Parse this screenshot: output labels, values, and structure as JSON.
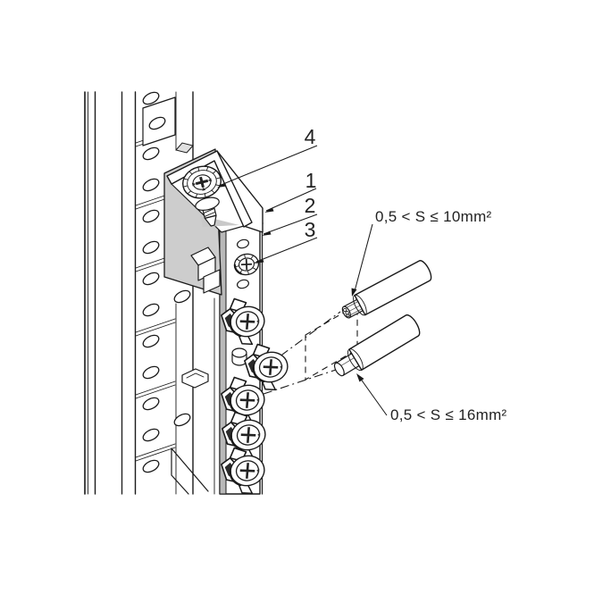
{
  "callouts": [
    {
      "label": "4"
    },
    {
      "label": "1"
    },
    {
      "label": "2"
    },
    {
      "label": "3"
    }
  ],
  "wire_labels": {
    "upper": "0,5 < S ≤ 10mm²",
    "lower": "0,5 < S ≤ 16mm²"
  },
  "colors": {
    "background": "#ffffff",
    "line": "#1a1a1a",
    "fill_light": "#cdcdcd",
    "fill_mid": "#b9b9b9",
    "fill_soft": "#e0e0e0"
  }
}
